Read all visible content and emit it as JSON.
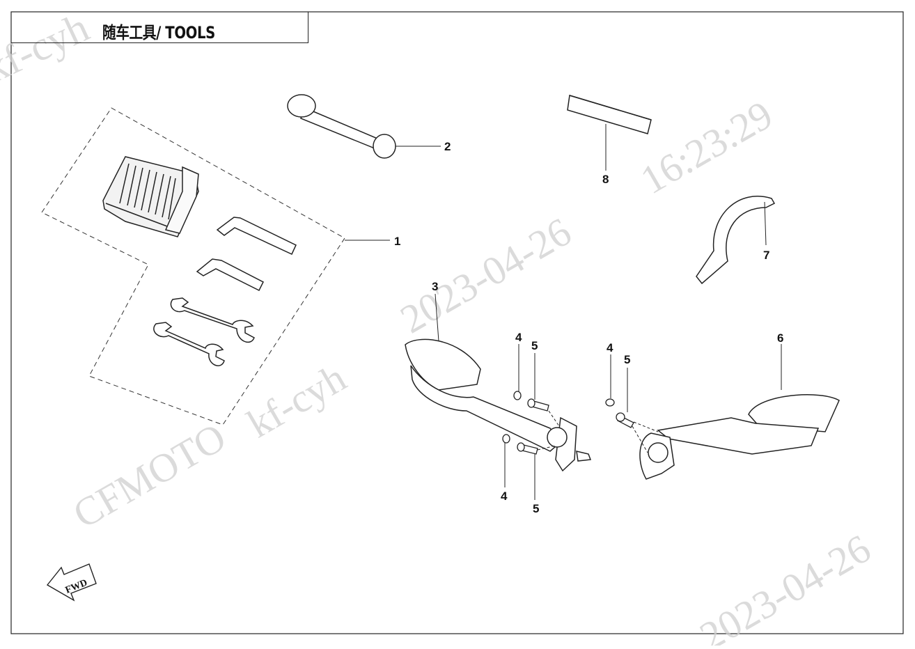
{
  "title": "随车工具/ TOOLS",
  "fwd_label": "FWD",
  "callouts": {
    "c1": "1",
    "c2": "2",
    "c3": "3",
    "c4a": "4",
    "c5a": "5",
    "c4b": "4",
    "c5b": "5",
    "c4c": "4",
    "c5c": "5",
    "c6": "6",
    "c7": "7",
    "c8": "8"
  },
  "watermarks": {
    "brand": "CFMOTO",
    "user_a": "kf-cyh",
    "user_b": "kf-cyh",
    "date_a": "2023-04-26",
    "date_b": "2023-04-26",
    "time": "16:23:29"
  }
}
